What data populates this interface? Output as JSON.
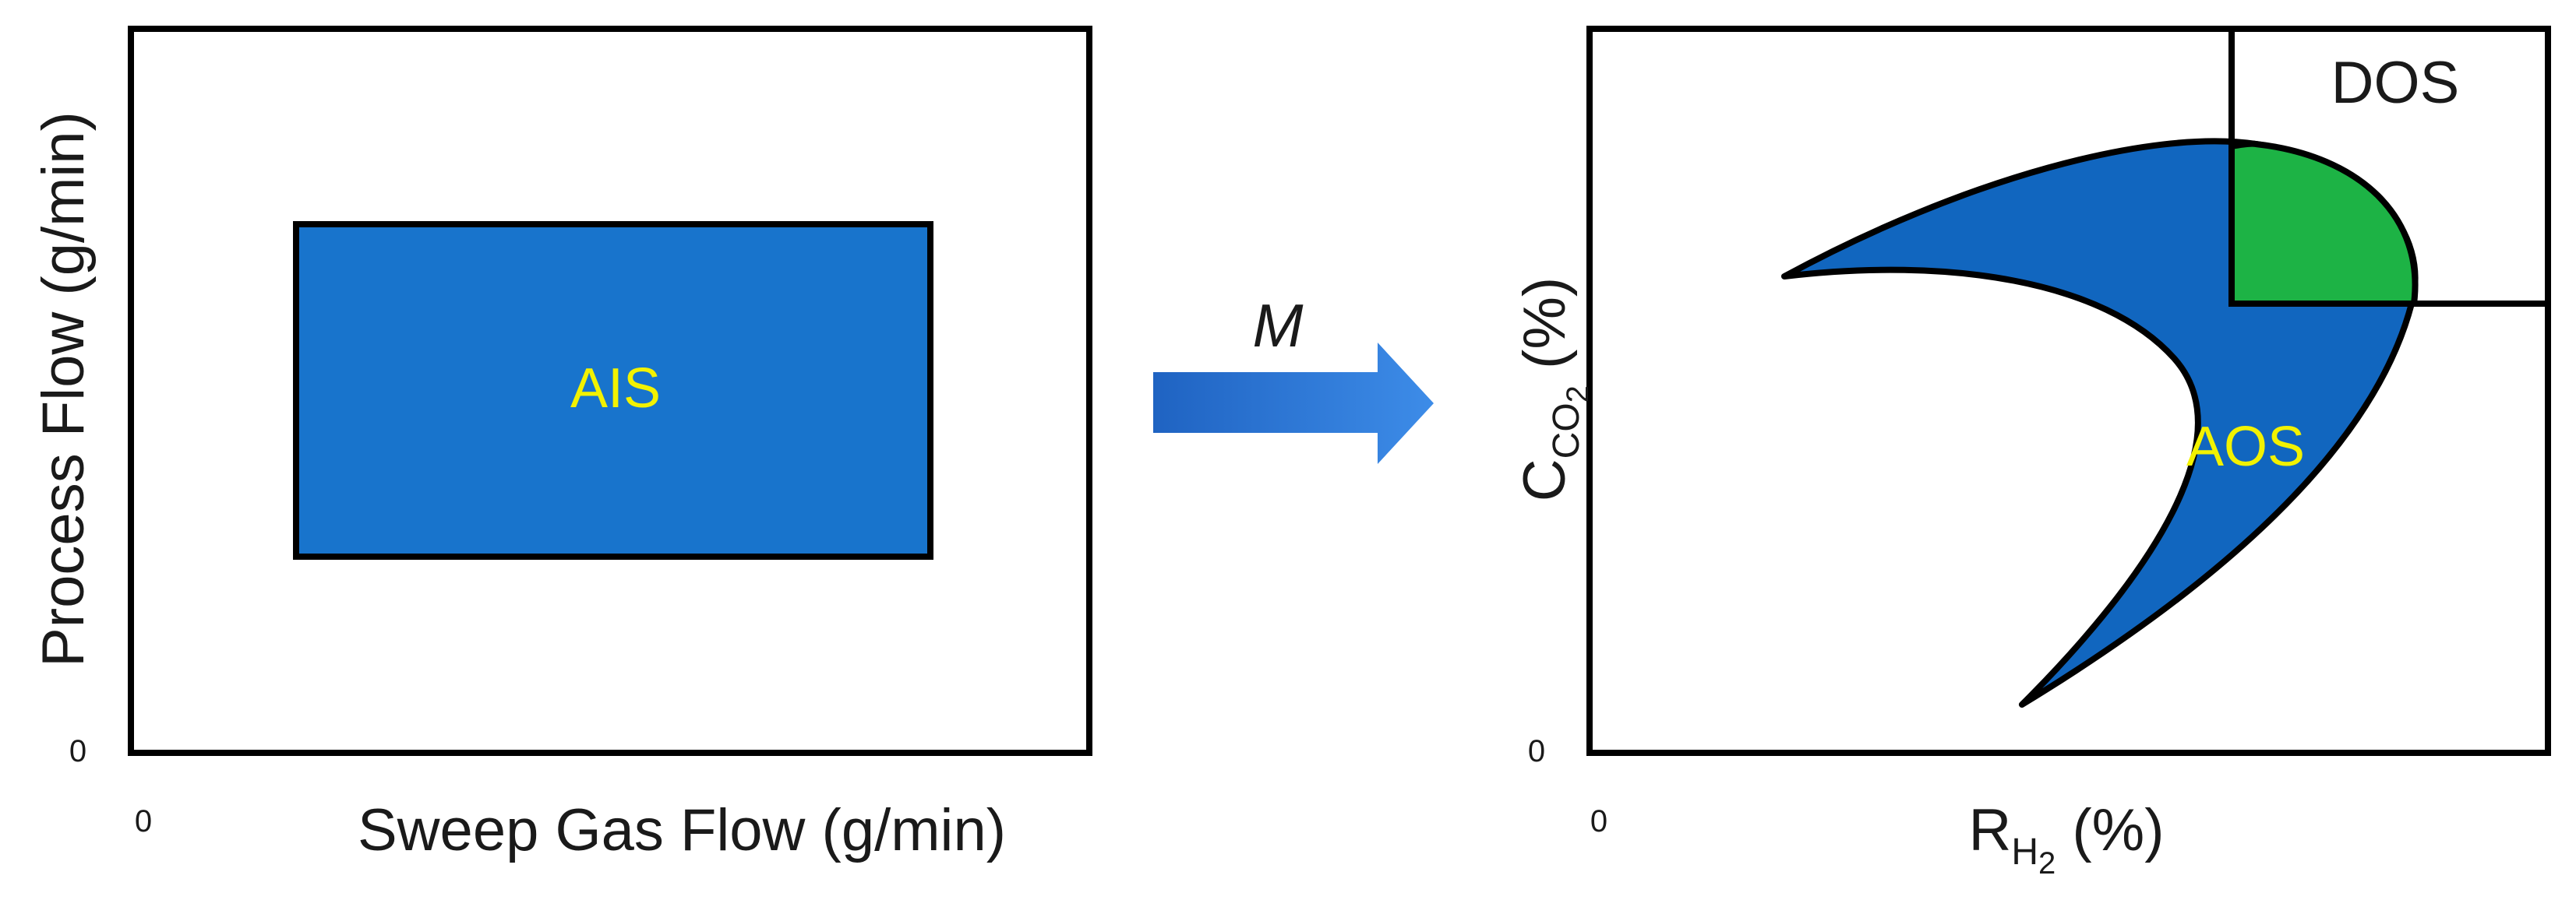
{
  "left_panel": {
    "region_label": "AIS",
    "x_axis_label": "Sweep Gas Flow (g/min)",
    "y_axis_label": "Process Flow (g/min)",
    "x_origin": "0",
    "y_origin": "0"
  },
  "arrow": {
    "label": "M"
  },
  "right_panel": {
    "region_aos_label": "AOS",
    "region_dos_label": "DOS",
    "x_axis_label_main": "R",
    "x_axis_label_sub_letter": "H",
    "x_axis_label_sub_num": "2",
    "x_axis_label_tail": " (%)",
    "y_axis_label_main": "C",
    "y_axis_label_sub_letters": "CO",
    "y_axis_label_sub_num": "2",
    "y_axis_label_tail": " (%)",
    "x_origin": "0",
    "y_origin": "0"
  },
  "colors": {
    "frame": "#000000",
    "ais_fill": "#1874CC",
    "aos_fill": "#1166BF",
    "dos_fill": "#1DB345",
    "region_text": "#F2F200",
    "arrow_start": "#1F63C2",
    "arrow_end": "#3D8CE8"
  }
}
